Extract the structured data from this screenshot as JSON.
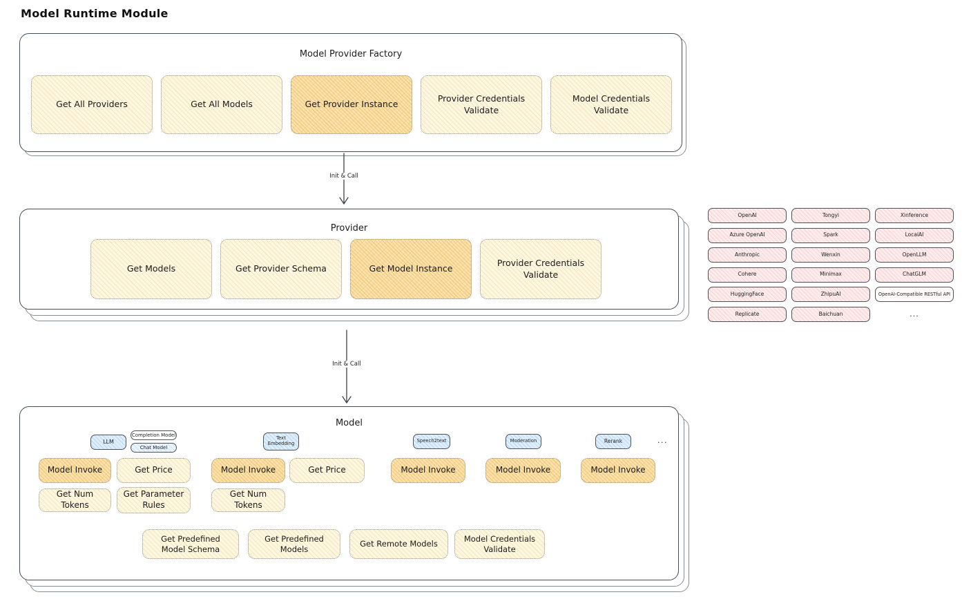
{
  "title": "Model Runtime Module",
  "colors": {
    "cream_fill": "#fdf6e0",
    "orange_highlight_fill": "#fae3ae",
    "pink_fill": "#fdecec",
    "blue_fill": "#dfeefb",
    "panel_border": "#464c53",
    "text": "#1c1c1c"
  },
  "factory": {
    "title": "Model Provider Factory",
    "ops": [
      {
        "label": "Get All Providers",
        "highlighted": false
      },
      {
        "label": "Get All Models",
        "highlighted": false
      },
      {
        "label": "Get Provider Instance",
        "highlighted": true
      },
      {
        "label": "Provider Credentials Validate",
        "highlighted": false
      },
      {
        "label": "Model Credentials Validate",
        "highlighted": false
      }
    ]
  },
  "arrows": {
    "factory_to_provider": "Init & Call",
    "provider_to_model": "Init & Call"
  },
  "provider": {
    "title": "Provider",
    "ops": [
      {
        "label": "Get Models",
        "highlighted": false
      },
      {
        "label": "Get Provider Schema",
        "highlighted": false
      },
      {
        "label": "Get Model Instance",
        "highlighted": true
      },
      {
        "label": "Provider Credentials Validate",
        "highlighted": false
      }
    ]
  },
  "provider_registry": {
    "columns": [
      [
        "OpenAI",
        "Azure OpenAI",
        "Anthropic",
        "Cohere",
        "HuggingFace",
        "Replicate"
      ],
      [
        "Tongyi",
        "Spark",
        "Wenxin",
        "Minimax",
        "ZhipuAI",
        "Baichuan"
      ],
      [
        "Xinference",
        "LocalAI",
        "OpenLLM",
        "ChatGLM",
        "OpenAI-Compatible RESTful API"
      ]
    ],
    "ellipsis": "..."
  },
  "model": {
    "title": "Model",
    "tabs": {
      "llm": "LLM",
      "completion_model": "Completion Model",
      "chat_model": "Chat Model",
      "text_embedding": "Text Embedding",
      "speech2text": "Speech2text",
      "moderation": "Moderation",
      "rerank": "Rerank",
      "ellipsis": "..."
    },
    "ops": {
      "llm_model_invoke": "Model Invoke",
      "llm_get_price": "Get Price",
      "llm_get_num_tokens": "Get Num Tokens",
      "llm_get_parameter_rules": "Get Parameter Rules",
      "te_model_invoke": "Model Invoke",
      "te_get_price": "Get Price",
      "te_get_num_tokens": "Get Num Tokens",
      "s2t_model_invoke": "Model Invoke",
      "moderation_model_invoke": "Model Invoke",
      "rerank_model_invoke": "Model Invoke"
    },
    "bottom_ops": [
      "Get Predefined Model Schema",
      "Get Predefined Models",
      "Get Remote Models",
      "Model Credentials Validate"
    ]
  }
}
